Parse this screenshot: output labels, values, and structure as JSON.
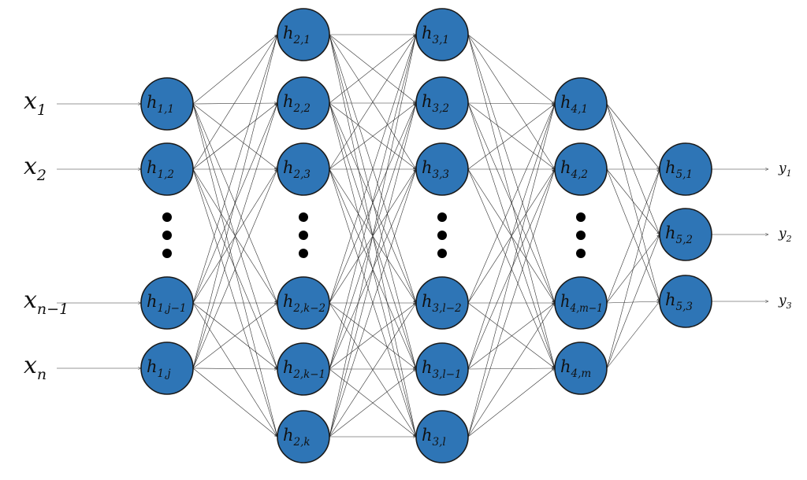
{
  "colors": {
    "node_fill": "#2E75B6",
    "node_stroke": "#1a1a1a",
    "edge": "#303030",
    "dots": "#000000"
  },
  "diagram": {
    "inputs": [
      {
        "base": "x",
        "sub": "1"
      },
      {
        "base": "x",
        "sub": "2"
      },
      {
        "base": "x",
        "sub": "n−1"
      },
      {
        "base": "x",
        "sub": "n"
      }
    ],
    "layers": [
      {
        "nodes": [
          {
            "base": "h",
            "sub": "1,1"
          },
          {
            "base": "h",
            "sub": "1,2"
          },
          {
            "base": "h",
            "sub": "1,j−1"
          },
          {
            "base": "h",
            "sub": "1,j"
          }
        ]
      },
      {
        "nodes": [
          {
            "base": "h",
            "sub": "2,1"
          },
          {
            "base": "h",
            "sub": "2,2"
          },
          {
            "base": "h",
            "sub": "2,3"
          },
          {
            "base": "h",
            "sub": "2,k−2"
          },
          {
            "base": "h",
            "sub": "2,k−1"
          },
          {
            "base": "h",
            "sub": "2,k"
          }
        ]
      },
      {
        "nodes": [
          {
            "base": "h",
            "sub": "3,1"
          },
          {
            "base": "h",
            "sub": "3,2"
          },
          {
            "base": "h",
            "sub": "3,3"
          },
          {
            "base": "h",
            "sub": "3,l−2"
          },
          {
            "base": "h",
            "sub": "3,l−1"
          },
          {
            "base": "h",
            "sub": "3,l"
          }
        ]
      },
      {
        "nodes": [
          {
            "base": "h",
            "sub": "4,1"
          },
          {
            "base": "h",
            "sub": "4,2"
          },
          {
            "base": "h",
            "sub": "4,m−1"
          },
          {
            "base": "h",
            "sub": "4,m"
          }
        ]
      },
      {
        "nodes": [
          {
            "base": "h",
            "sub": "5,1"
          },
          {
            "base": "h",
            "sub": "5,2"
          },
          {
            "base": "h",
            "sub": "5,3"
          }
        ]
      }
    ],
    "outputs": [
      {
        "base": "y",
        "sub": "1"
      },
      {
        "base": "y",
        "sub": "2"
      },
      {
        "base": "y",
        "sub": "3"
      }
    ]
  }
}
